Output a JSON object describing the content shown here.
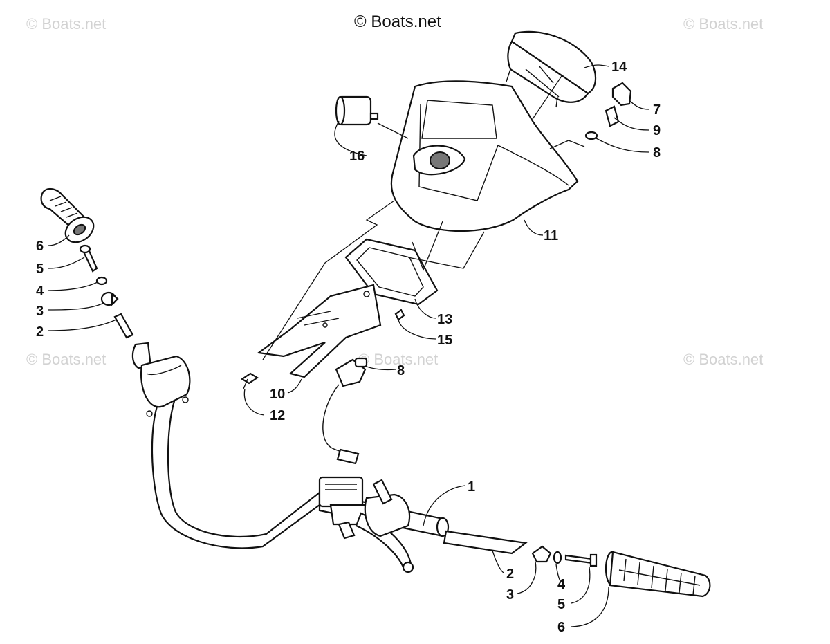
{
  "copyright": "© Boats.net",
  "watermarks": [
    "© Boats.net",
    "© Boats.net",
    "© Boats.net",
    "© Boats.net",
    "© Boats.net"
  ],
  "callouts": {
    "c1": "1",
    "c2a": "2",
    "c2b": "2",
    "c3a": "3",
    "c3b": "3",
    "c4a": "4",
    "c4b": "4",
    "c5a": "5",
    "c5b": "5",
    "c6a": "6",
    "c6b": "6",
    "c7": "7",
    "c8a": "8",
    "c8b": "8",
    "c9": "9",
    "c10": "10",
    "c11": "11",
    "c12": "12",
    "c13": "13",
    "c14": "14",
    "c15": "15",
    "c16": "16"
  },
  "colors": {
    "line": "#111111",
    "watermark": "#d2d2d2",
    "background": "#ffffff"
  }
}
